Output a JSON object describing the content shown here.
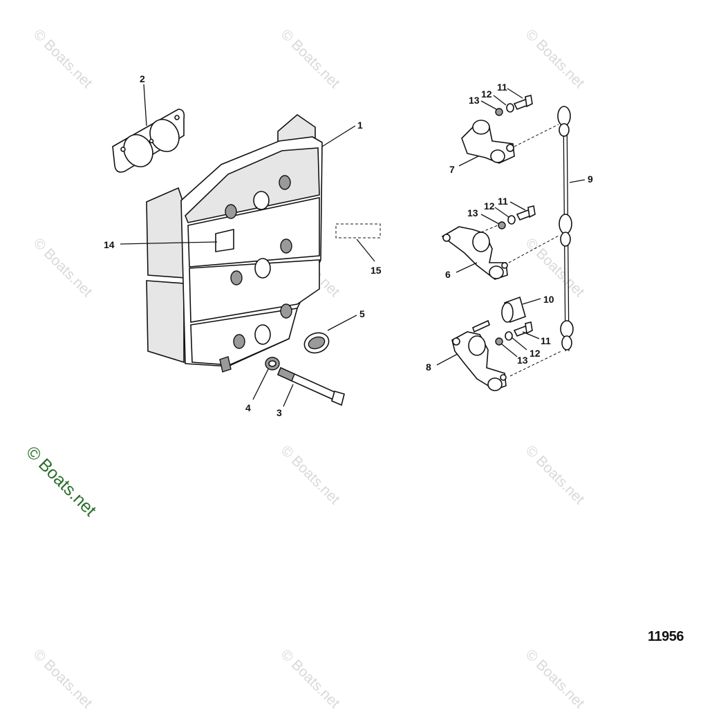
{
  "watermark": "© Boats.net",
  "figure_number": "11956",
  "callouts": [
    {
      "id": "c1",
      "label": "1"
    },
    {
      "id": "c2",
      "label": "2"
    },
    {
      "id": "c3",
      "label": "3"
    },
    {
      "id": "c4",
      "label": "4"
    },
    {
      "id": "c5",
      "label": "5"
    },
    {
      "id": "c6",
      "label": "6"
    },
    {
      "id": "c7",
      "label": "7"
    },
    {
      "id": "c8",
      "label": "8"
    },
    {
      "id": "c9",
      "label": "9"
    },
    {
      "id": "c10",
      "label": "10"
    },
    {
      "id": "c11a",
      "label": "11"
    },
    {
      "id": "c11b",
      "label": "11"
    },
    {
      "id": "c11c",
      "label": "11"
    },
    {
      "id": "c12a",
      "label": "12"
    },
    {
      "id": "c12b",
      "label": "12"
    },
    {
      "id": "c12c",
      "label": "12"
    },
    {
      "id": "c13a",
      "label": "13"
    },
    {
      "id": "c13b",
      "label": "13"
    },
    {
      "id": "c13c",
      "label": "13"
    },
    {
      "id": "c14",
      "label": "14"
    },
    {
      "id": "c15",
      "label": "15"
    }
  ]
}
